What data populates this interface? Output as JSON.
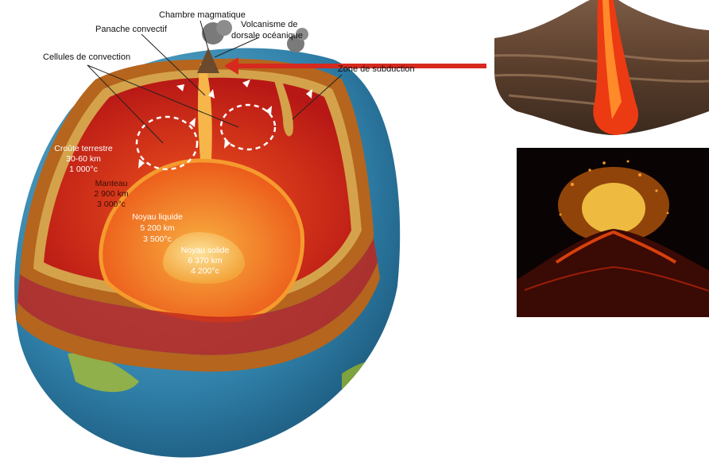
{
  "labels": {
    "magma_chamber": "Chambre magmatique",
    "convective_plume": "Panache convectif",
    "ridge_volcanism_1": "Volcanisme de",
    "ridge_volcanism_2": "dorsale océanique",
    "convection_cells": "Cellules de convection",
    "subduction_zone": "Zone de subduction"
  },
  "layers": {
    "crust": {
      "name": "Croûte terrestre",
      "depth": "30-60 km",
      "temp": "1 000°c"
    },
    "mantle": {
      "name": "Manteau",
      "depth": "2 900 km",
      "temp": "3 000°c"
    },
    "outer_core": {
      "name": "Noyau liquide",
      "depth": "5 200 km",
      "temp": "3 500°c"
    },
    "inner_core": {
      "name": "Noyau solide",
      "depth": "6 370 km",
      "temp": "4 200°c"
    }
  },
  "colors": {
    "ocean": "#3f8fb5",
    "land": "#8fb04a",
    "crust": "#b5651d",
    "mantle": "#d9271f",
    "outer_core": "#f0781e",
    "inner_core": "#f7b64a",
    "arrow": "#d62a1e"
  }
}
